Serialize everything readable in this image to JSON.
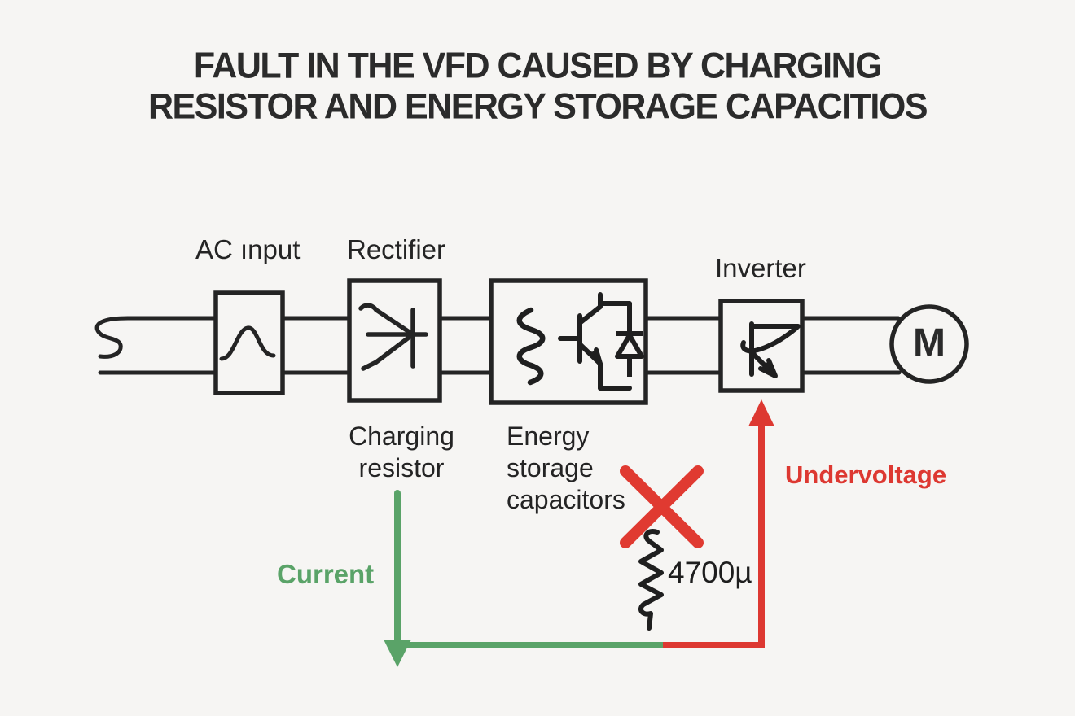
{
  "title": {
    "line1": "FAULT IN THE VFD CAUSED BY CHARGING",
    "line2": "RESISTOR AND ENERGY STORAGE CAPACITIOS"
  },
  "diagram": {
    "blocks": {
      "ac_input_label": "AC ınput",
      "rectifier_label": "Rectifier",
      "inverter_label": "Inverter",
      "motor_label": "M"
    },
    "annotations": {
      "charging_resistor": "Charging resistor",
      "energy_storage": "Energy storage capacitors",
      "current": "Current",
      "undervoltage": "Undervoltage",
      "capacitor_value": "4700µ"
    },
    "icons": [
      "supply-squiggle-icon",
      "sine-wave-icon",
      "thyristor-icon",
      "inductor-icon",
      "igbt-icon",
      "diode-icon",
      "inverter-transistor-icon",
      "fault-x-icon",
      "resistor-zigzag-icon",
      "current-down-arrow",
      "undervoltage-up-arrow"
    ],
    "colors": {
      "background": "#f6f5f3",
      "line_ink": "#242424",
      "current_green": "#5aa368",
      "fault_red": "#dd3831"
    }
  }
}
